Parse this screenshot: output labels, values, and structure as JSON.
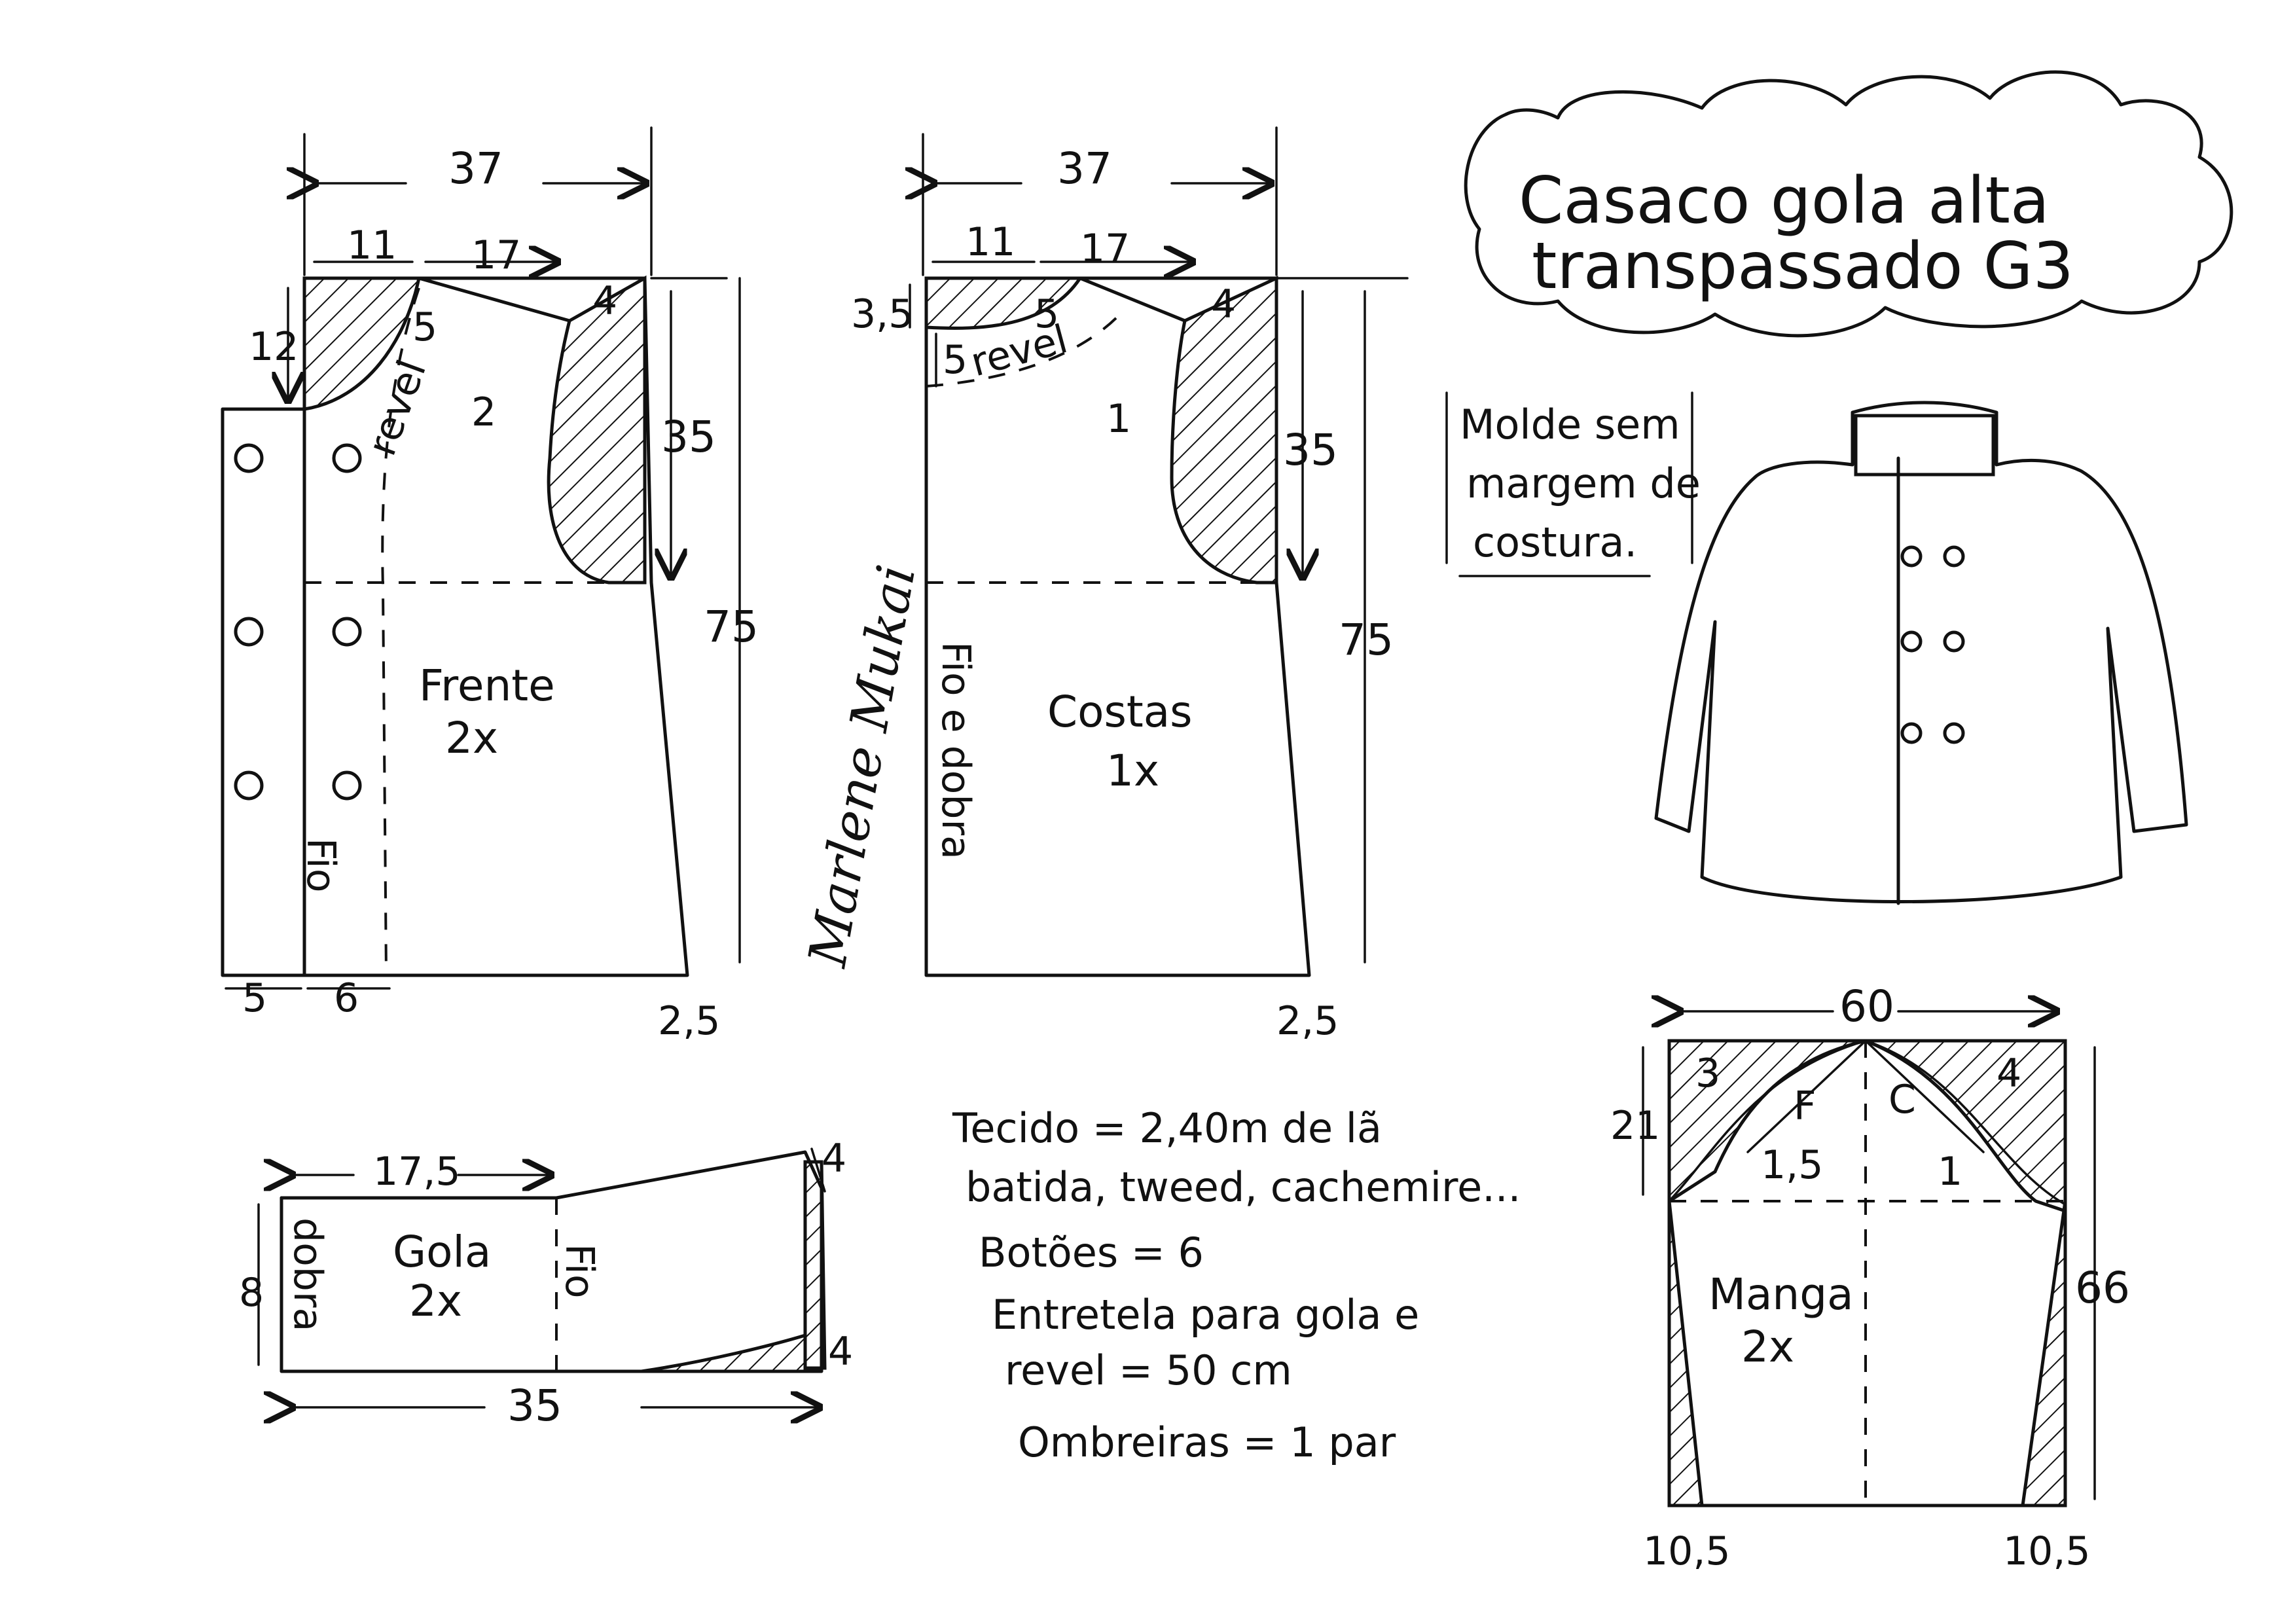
{
  "title": {
    "line1": "Casaco gola alta",
    "line2": "transpassado G3"
  },
  "note": {
    "line1": "Molde sem",
    "line2": "margem de",
    "line3": "costura."
  },
  "front": {
    "name": "Frente",
    "count": "2x",
    "width": "37",
    "neck_w": "11",
    "shoulder": "17",
    "neck_drop": "12",
    "neck_small": "5",
    "shoulder_drop": "4",
    "armhole_in": "2",
    "armhole_depth": "35",
    "length": "75",
    "hem_flare": "2,5",
    "ext_left": "5",
    "ext_right": "6",
    "facing": "revel",
    "grain": "Fio"
  },
  "back": {
    "name": "Costas",
    "count": "1x",
    "width": "37",
    "neck_w": "11",
    "shoulder": "17",
    "neck_drop": "3,5",
    "neck_small": "5",
    "shoulder_drop": "4",
    "armhole_in": "1",
    "armhole_depth": "35",
    "length": "75",
    "hem_flare": "2,5",
    "facing_depth": "5",
    "facing": "revel",
    "grain_fold": "Fio e dobra"
  },
  "collar": {
    "name": "Gola",
    "count": "2x",
    "fold": "dobra",
    "grain": "Fio",
    "top_w": "17,5",
    "height": "8",
    "rise_top": "4",
    "rise_bottom": "4",
    "length": "35"
  },
  "sleeve": {
    "name": "Manga",
    "count": "2x",
    "width": "60",
    "cap_h": "21",
    "length": "66",
    "left_in": "3",
    "right_in": "4",
    "left_curve": "1,5",
    "right_curve": "1",
    "back_mark": "F",
    "front_mark": "C",
    "cuff_left": "10,5",
    "cuff_right": "10,5"
  },
  "materials": {
    "fabric": "Tecido = 2,40m de lã",
    "fabric2": "batida, tweed, cachemire...",
    "buttons": "Botões = 6",
    "interfacing": "Entretela para gola e",
    "interfacing2": "revel = 50 cm",
    "shoulder_pads": "Ombreiras = 1 par"
  },
  "signature": "Marlene Mukai"
}
